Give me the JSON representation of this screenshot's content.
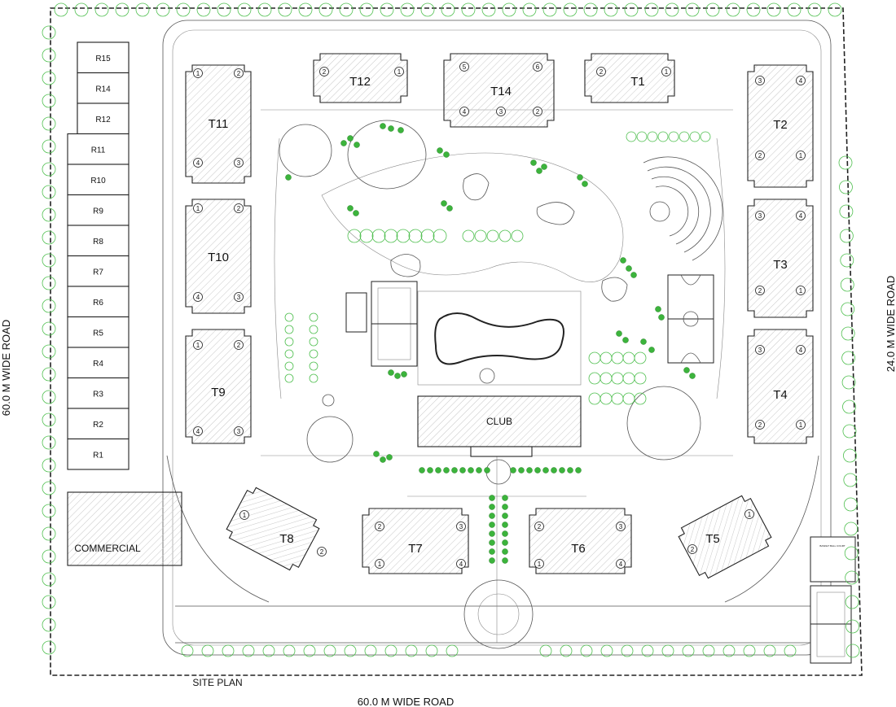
{
  "title": "SITE PLAN",
  "roads": {
    "south": "60.0 M WIDE ROAD",
    "west": "60.0 M WIDE ROAD",
    "east": "24.0 M WIDE ROAD"
  },
  "towers": [
    {
      "id": "T1",
      "units": [
        "2",
        "1"
      ]
    },
    {
      "id": "T2",
      "units": [
        "3",
        "4",
        "2",
        "1"
      ]
    },
    {
      "id": "T3",
      "units": [
        "3",
        "4",
        "2",
        "1"
      ]
    },
    {
      "id": "T4",
      "units": [
        "3",
        "4",
        "2",
        "1"
      ]
    },
    {
      "id": "T5",
      "units": [
        "2",
        "1"
      ]
    },
    {
      "id": "T6",
      "units": [
        "2",
        "3",
        "1",
        "4"
      ]
    },
    {
      "id": "T7",
      "units": [
        "2",
        "3",
        "1",
        "4"
      ]
    },
    {
      "id": "T8",
      "units": [
        "1",
        "2"
      ]
    },
    {
      "id": "T9",
      "units": [
        "1",
        "2",
        "4",
        "3"
      ]
    },
    {
      "id": "T10",
      "units": [
        "1",
        "2",
        "4",
        "3"
      ]
    },
    {
      "id": "T11",
      "units": [
        "1",
        "2",
        "4",
        "3"
      ]
    },
    {
      "id": "T12",
      "units": [
        "2",
        "1"
      ]
    },
    {
      "id": "T14",
      "units": [
        "5",
        "6",
        "4",
        "3",
        "2"
      ]
    }
  ],
  "row_houses": [
    "R15",
    "R14",
    "R12",
    "R11",
    "R10",
    "R9",
    "R8",
    "R7",
    "R6",
    "R5",
    "R4",
    "R3",
    "R2",
    "R1"
  ],
  "amenities": {
    "club": "CLUB",
    "commercial": "COMMERCIAL",
    "court_label": "BASKET BALL COURT"
  },
  "colors": {
    "linework": "#222222",
    "vegetation_outline": "#4fbf4f",
    "vegetation_fill": "#3cb43c",
    "background": "#ffffff"
  }
}
